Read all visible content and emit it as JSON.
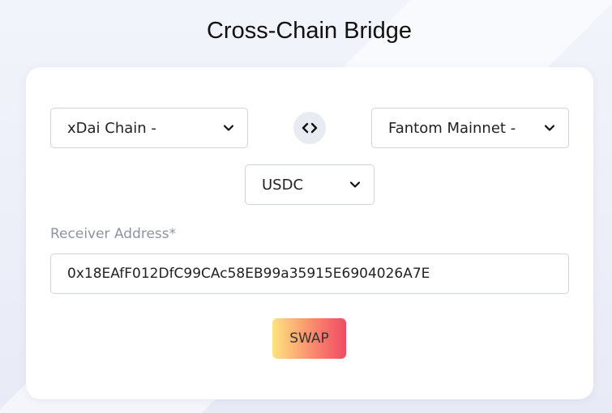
{
  "header": {
    "title": "Cross-Chain Bridge"
  },
  "bridge": {
    "from_chain": "xDai Chain -",
    "to_chain": "Fantom Mainnet -",
    "token": "USDC",
    "receiver_label": "Receiver Address*",
    "receiver_value": "0x18EAfF012DfC99CAc58EB99a35915E6904026A7E",
    "swap_label": "SWAP"
  },
  "icons": {
    "dropdown": "chevron-down-icon",
    "switch": "code-brackets-icon"
  },
  "colors": {
    "swap_gradient_start": "#fde47e",
    "swap_gradient_mid": "#f98a6e",
    "swap_gradient_end": "#f24a63",
    "label_gray": "#8e93a3",
    "border": "#cfd3dc"
  }
}
